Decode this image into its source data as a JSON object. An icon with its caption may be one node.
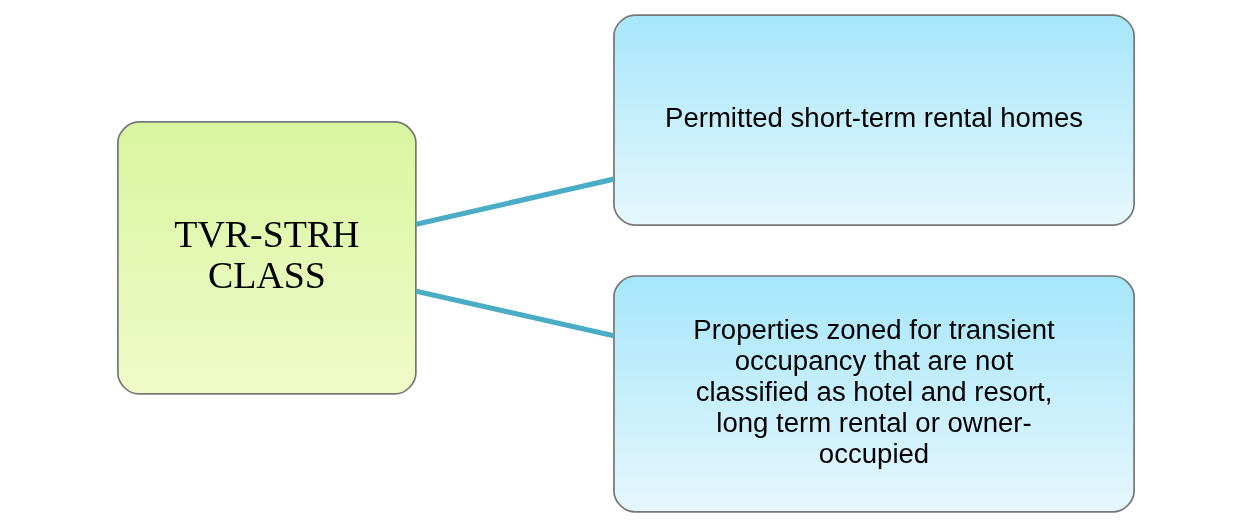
{
  "diagram": {
    "nodes": [
      {
        "text": [
          "TVR-STRH CLASS"
        ]
      },
      {
        "text": [
          "Permitted short-term rental homes"
        ]
      },
      {
        "text": [
          "Properties zoned for transient occupancy that are not classified as hotel and resort, long term rental or owner-occupied"
        ]
      }
    ],
    "edges": [
      {
        "from": 0,
        "to": 1,
        "arrow": "none"
      },
      {
        "from": 0,
        "to": 2,
        "arrow": "none"
      }
    ]
  }
}
